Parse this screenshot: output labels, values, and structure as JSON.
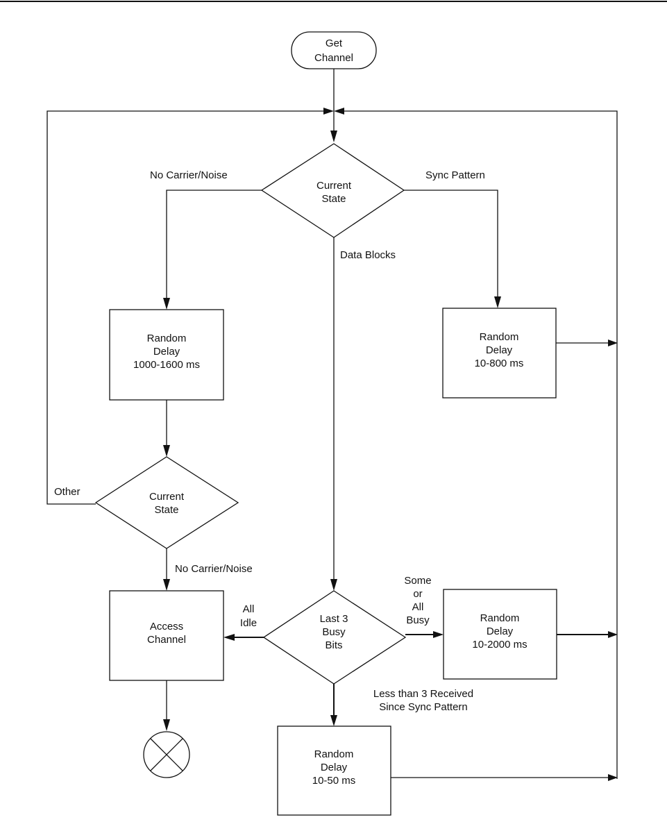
{
  "start": {
    "lines": [
      "Get",
      "Channel"
    ]
  },
  "decision_main": {
    "lines": [
      "Current",
      "State"
    ]
  },
  "decision_main_branches": {
    "left": "No Carrier/Noise",
    "right": "Sync Pattern",
    "down": "Data Blocks"
  },
  "box_delay_long": {
    "lines": [
      "Random",
      "Delay",
      "1000-1600 ms"
    ]
  },
  "box_delay_sync": {
    "lines": [
      "Random",
      "Delay",
      "10-800 ms"
    ]
  },
  "decision_second": {
    "lines": [
      "Current",
      "State"
    ]
  },
  "decision_second_branches": {
    "left": "Other",
    "down": "No Carrier/Noise"
  },
  "box_access": {
    "lines": [
      "Access",
      "Channel"
    ]
  },
  "decision_busy": {
    "lines": [
      "Last 3",
      "Busy",
      "Bits"
    ]
  },
  "decision_busy_branches": {
    "left": [
      "All",
      "Idle"
    ],
    "right": [
      "Some",
      "or",
      "All",
      "Busy"
    ],
    "down": [
      "Less than 3 Received",
      "Since Sync Pattern"
    ]
  },
  "box_delay_busy": {
    "lines": [
      "Random",
      "Delay",
      "10-2000 ms"
    ]
  },
  "box_delay_short": {
    "lines": [
      "Random",
      "Delay",
      "10-50 ms"
    ]
  }
}
